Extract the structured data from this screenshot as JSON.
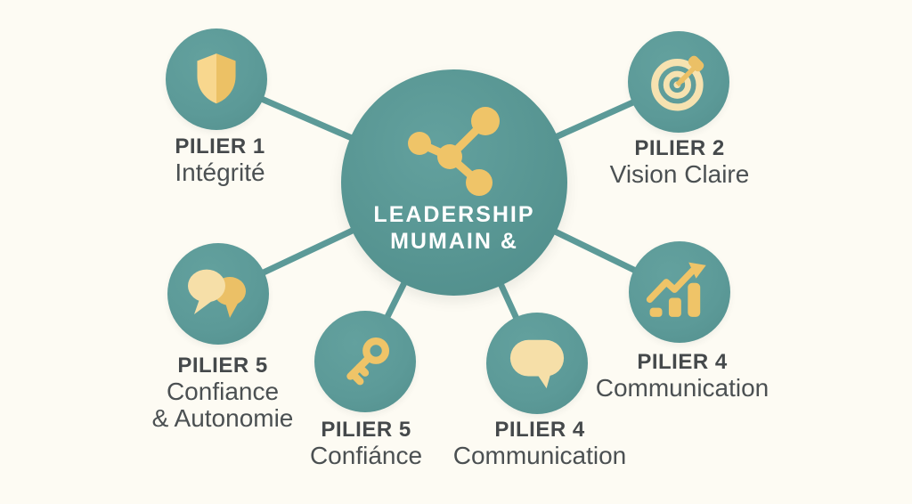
{
  "diagram": {
    "hub": {
      "title_line1": "LEADERSHIP",
      "title_line2": "MUMAIN &",
      "icon": "network-nodes-icon"
    },
    "pillars": [
      {
        "id": "pilier-1-integrite",
        "label": "PILIER 1",
        "sublabel": "Intégrité",
        "icon": "shield-icon"
      },
      {
        "id": "pilier-2-vision-claire",
        "label": "PILIER 2",
        "sublabel": "Vision Claire",
        "icon": "target-icon"
      },
      {
        "id": "pilier-5-confiance-autonomie",
        "label": "PILIER 5",
        "sublabel": "Confiance",
        "sublabel2": "& Autonomie",
        "icon": "chat-bubbles-icon"
      },
      {
        "id": "pilier-5-confiance",
        "label": "PILIER 5",
        "sublabel": "Confiánce",
        "icon": "key-icon"
      },
      {
        "id": "pilier-4-communication-bottom",
        "label": "PILIER 4",
        "sublabel": "Communication",
        "icon": "speech-bubble-icon"
      },
      {
        "id": "pilier-4-communication-right",
        "label": "PILIER 4",
        "sublabel": "Communication",
        "icon": "growth-chart-icon"
      }
    ],
    "colors": {
      "teal": "#5C9A98",
      "teal_dark": "#4E8B89",
      "teal_light": "#63A19E",
      "yellow": "#EFC468",
      "yellow_deep": "#EBC066",
      "yellow_light": "#F6DFA8",
      "cream": "#F6E2B0",
      "background": "#FDFBF3",
      "text_dark": "#45494B",
      "text_sub": "#4B5052",
      "hub_text": "#FFFFFF"
    }
  }
}
